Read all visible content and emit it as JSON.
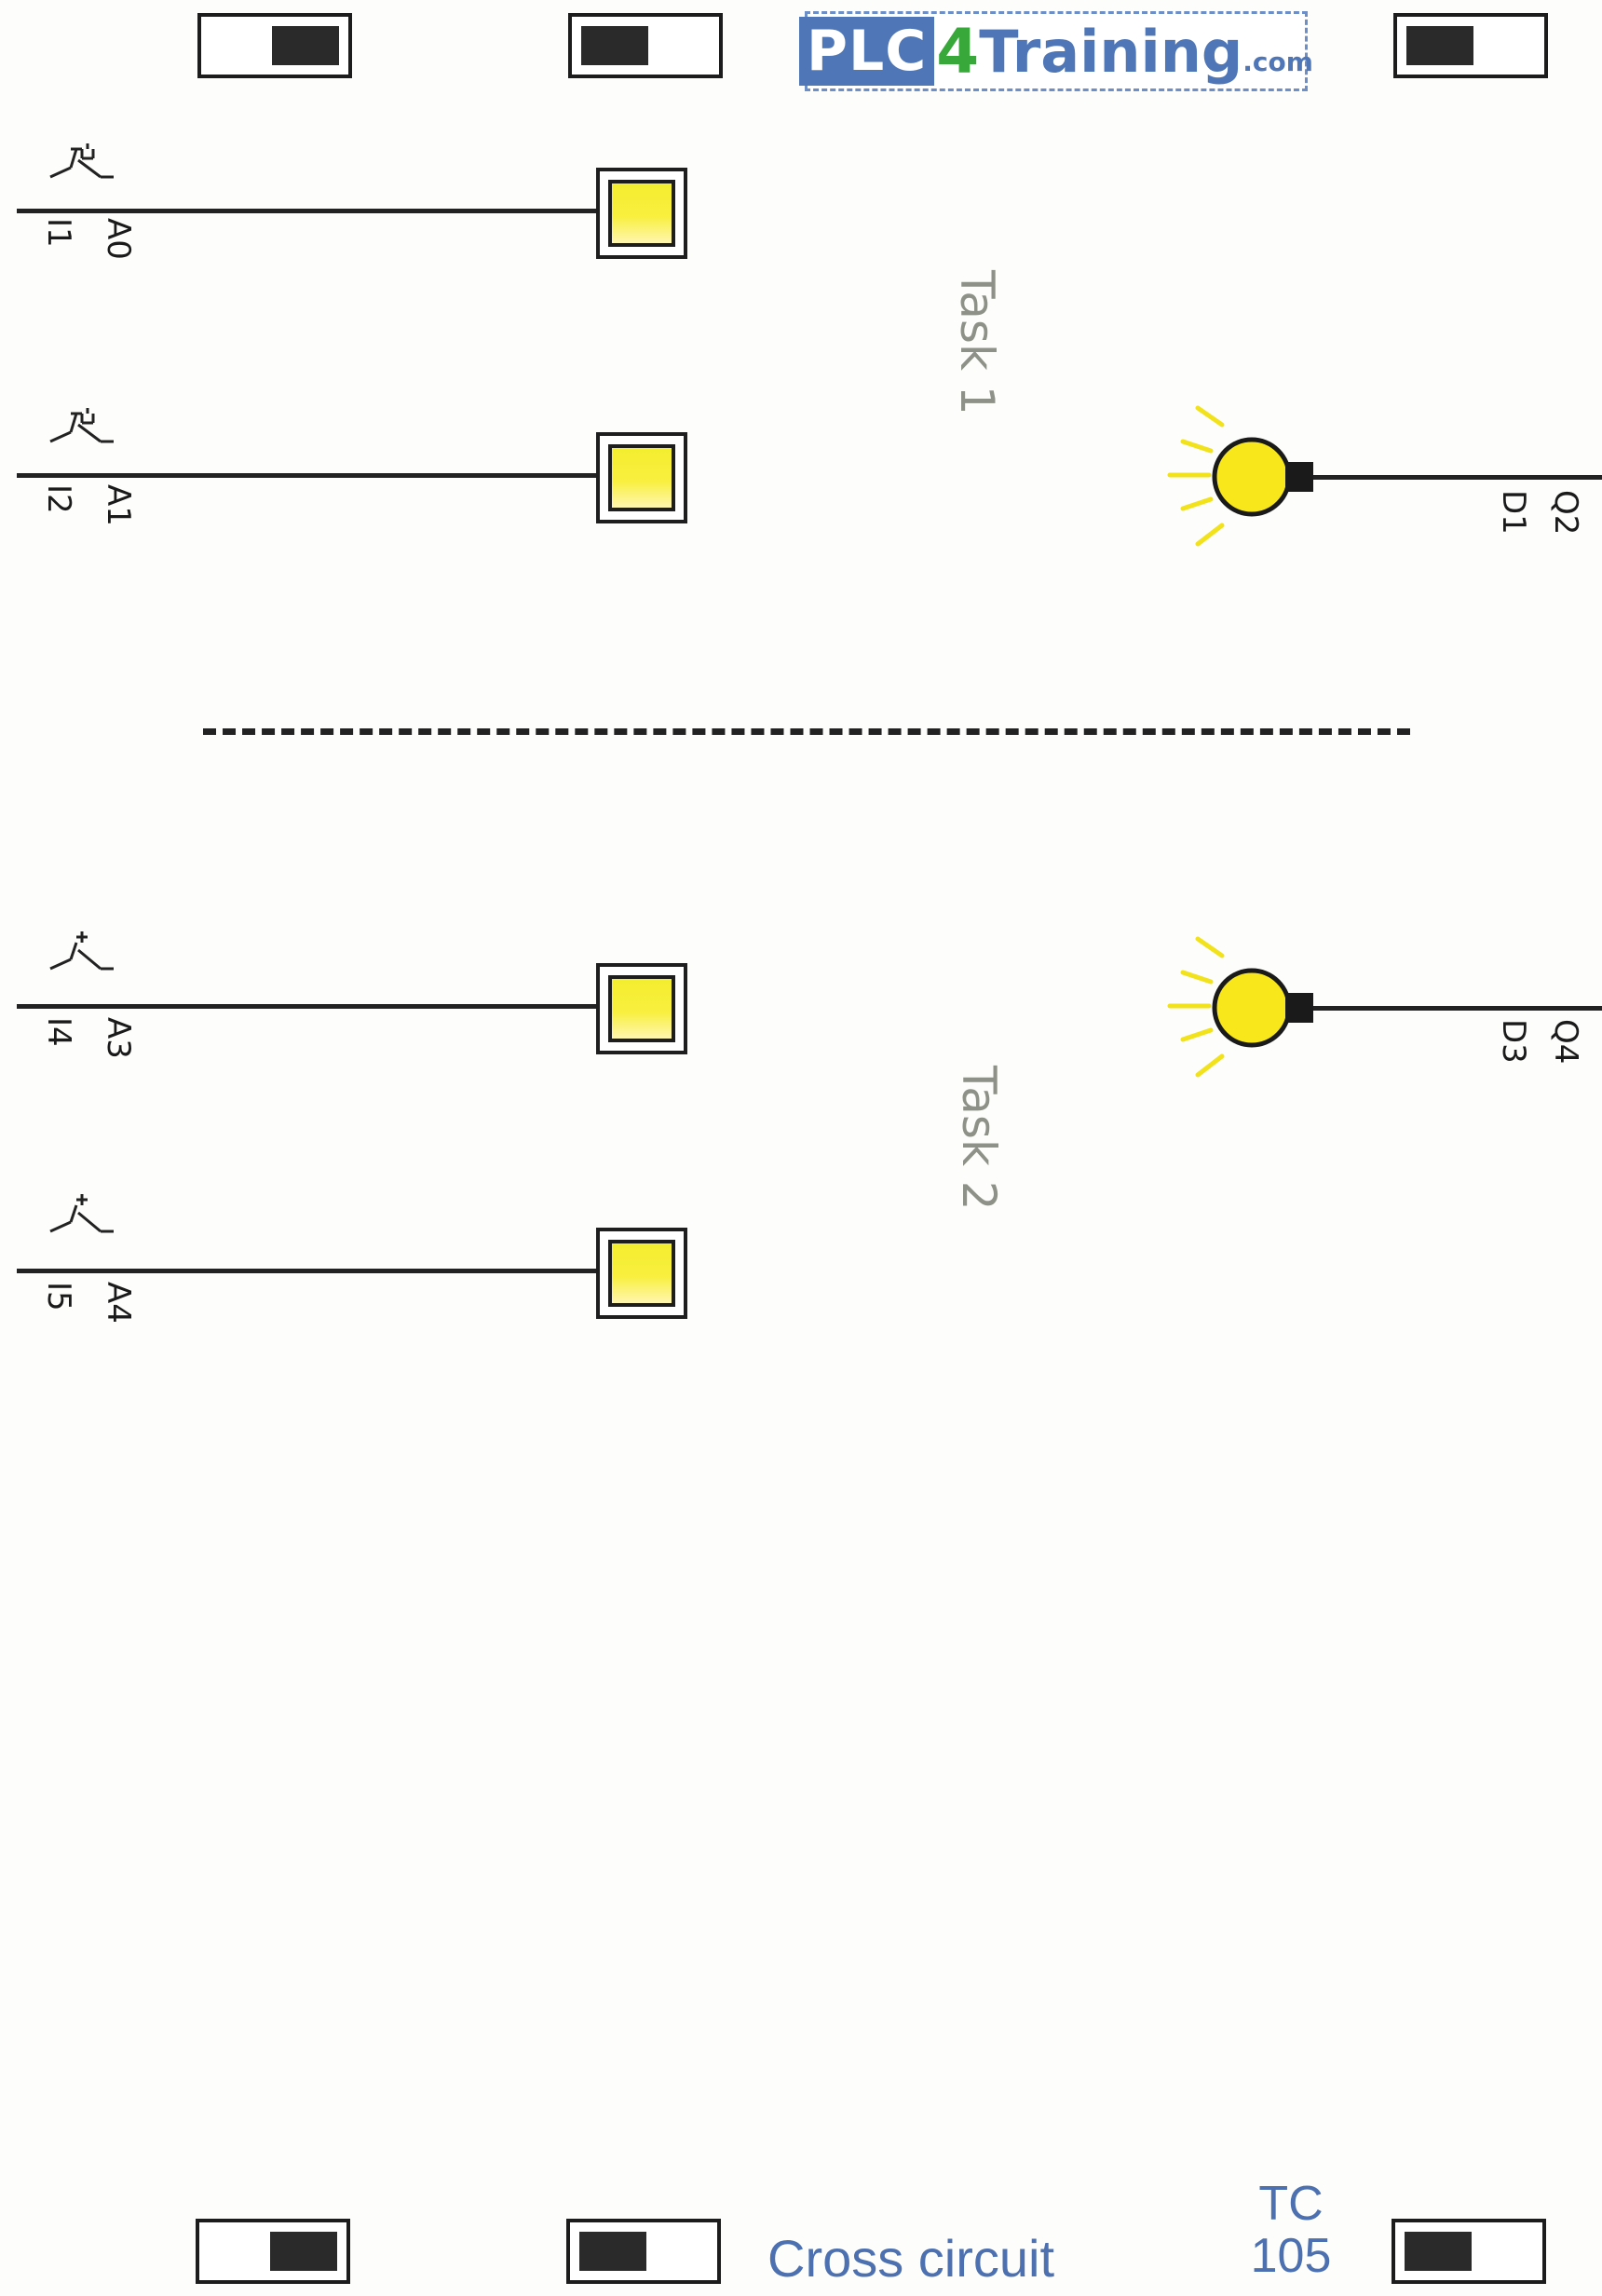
{
  "logo": {
    "plc": "PLC",
    "four": "4",
    "training": "Training",
    "com": ".com"
  },
  "tasks": {
    "task1": "Task 1",
    "task2": "Task 2"
  },
  "inputs": [
    {
      "address": "I1",
      "tag": "A0",
      "contact": "push-make"
    },
    {
      "address": "I2",
      "tag": "A1",
      "contact": "push-make"
    },
    {
      "address": "I4",
      "tag": "A3",
      "contact": "manual-make"
    },
    {
      "address": "I5",
      "tag": "A4",
      "contact": "manual-make"
    }
  ],
  "outputs": [
    {
      "address": "Q2",
      "tag": "D1"
    },
    {
      "address": "Q4",
      "tag": "D3"
    }
  ],
  "footer": {
    "title": "Cross circuit",
    "code_line1": "TC",
    "code_line2": "105"
  },
  "colors": {
    "button_fill": "#f4ee2f",
    "lamp_fill": "#f8e71a",
    "lamp_rays": "#f2e21b",
    "brand_blue": "#4f76b6",
    "brand_green": "#38a83a"
  }
}
